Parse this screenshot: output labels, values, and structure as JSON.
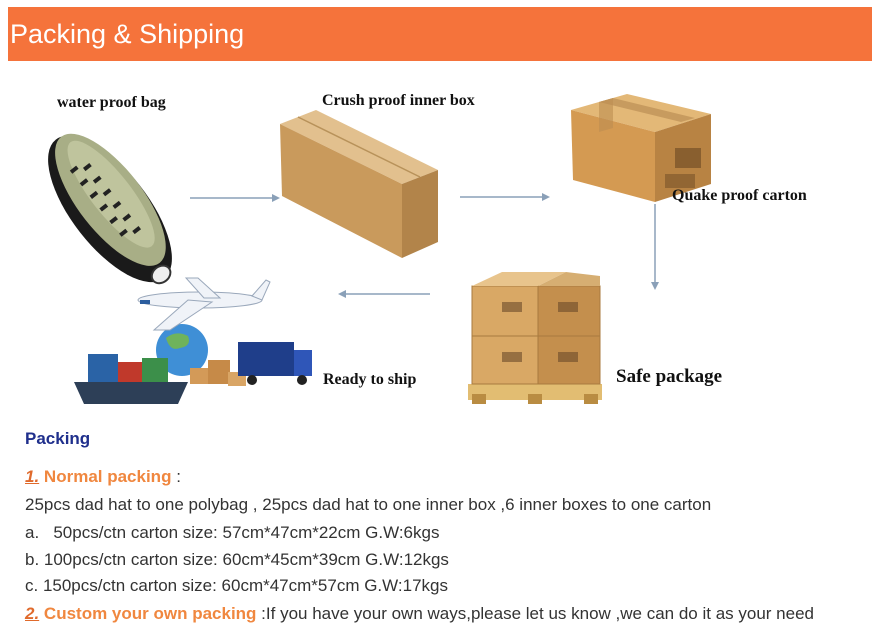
{
  "header": {
    "title": "Packing & Shipping",
    "background": "#f5733b"
  },
  "flow": {
    "step1_label": "water proof bag",
    "step2_label": "Crush proof inner box",
    "step3_label": "Quake proof carton",
    "step4_label": "Safe package",
    "step5_label": "Ready to ship"
  },
  "packing": {
    "heading": "Packing",
    "item1": {
      "number": "1.",
      "title": "Normal packing",
      "suffix": " :",
      "description": "25pcs dad hat to one polybag , 25pcs dad hat to one inner box ,6 inner boxes to one carton",
      "options": [
        "a.   50pcs/ctn carton size: 57cm*47cm*22cm G.W:6kgs",
        "b. 100pcs/ctn carton size: 60cm*45cm*39cm G.W:12kgs",
        "c. 150pcs/ctn carton size: 60cm*47cm*57cm G.W:17kgs"
      ]
    },
    "item2": {
      "number": "2.",
      "title": "Custom your own packing",
      "suffix": " :",
      "description": "If you have your own ways,please let us know ,we can do it as your need"
    }
  }
}
